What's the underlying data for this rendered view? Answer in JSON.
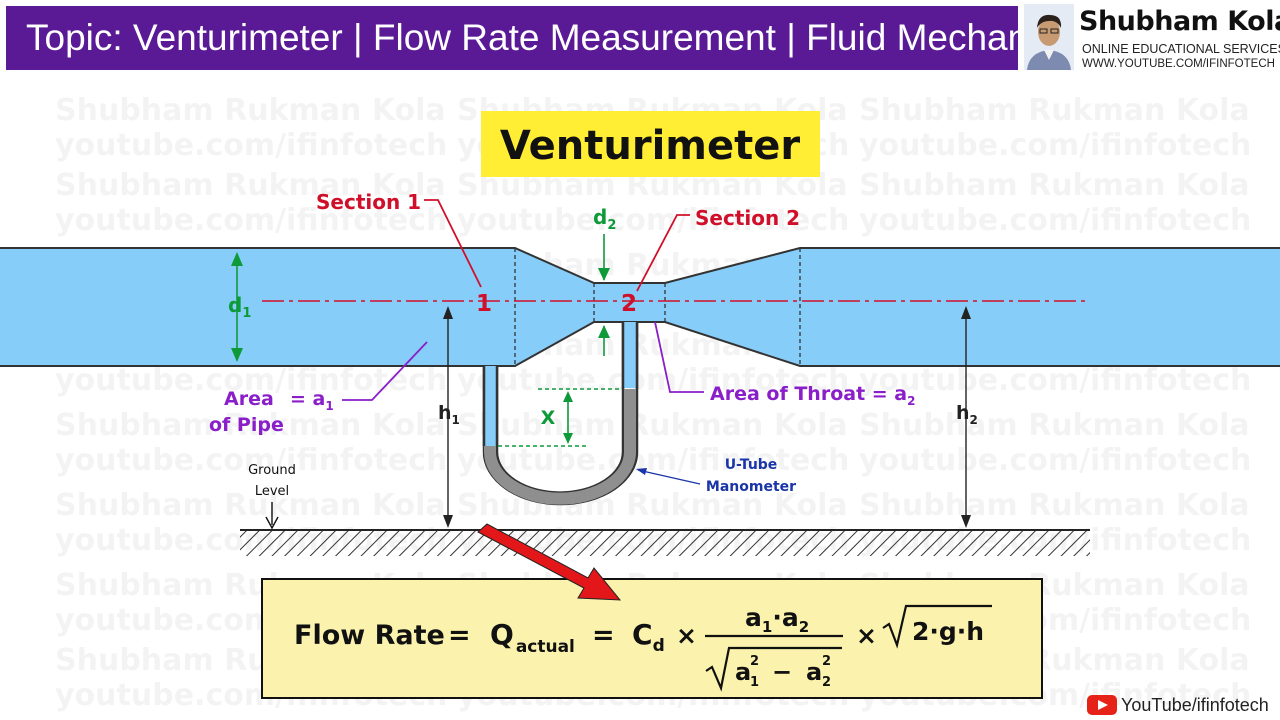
{
  "header": {
    "topic": "Topic: Venturimeter | Flow Rate Measurement | Fluid Mechanics",
    "brand_name": "Shubham Kola",
    "brand_tagline": "ONLINE EDUCATIONAL SERVICES",
    "brand_url": "WWW.YOUTUBE.COM/IFINFOTECH"
  },
  "watermark": {
    "line1": "Shubham Rukman Kola",
    "line2": "youtube.com/ifinfotech"
  },
  "title": "Venturimeter",
  "labels": {
    "section1": "Section 1",
    "section2": "Section 2",
    "mark1": "1",
    "mark2": "2",
    "d1": "d",
    "d1_sub": "1",
    "d2": "d",
    "d2_sub": "2",
    "area_pipe_1": "Area",
    "area_pipe_eq": "= a",
    "area_pipe_sub": "1",
    "area_pipe_2": "of Pipe",
    "area_throat": "Area of Throat = a",
    "area_throat_sub": "2",
    "h1": "h",
    "h1_sub": "1",
    "h2": "h",
    "h2_sub": "2",
    "x": "X",
    "ground_1": "Ground",
    "ground_2": "Level",
    "manometer_1": "U-Tube",
    "manometer_2": "Manometer"
  },
  "formula": {
    "lhs": "Flow Rate",
    "eq1": "=",
    "q": "Q",
    "q_sub": "actual",
    "eq2": "=",
    "cd": "C",
    "cd_sub": "d",
    "times1": "×",
    "num_a1": "a",
    "num_a1_sub": "1",
    "num_dot": "·",
    "num_a2": "a",
    "num_a2_sub": "2",
    "den_a1": "a",
    "den_a1_sup": "2",
    "den_a1_sub": "1",
    "den_minus": "−",
    "den_a2": "a",
    "den_a2_sup": "2",
    "den_a2_sub": "2",
    "times2": "×",
    "rad": "2·g·h"
  },
  "footer": {
    "youtube": "YouTube/ifinfotech"
  },
  "colors": {
    "header_bg": "#5a1a96",
    "pipe_fill": "#87cdf9",
    "title_bg": "#ffee33",
    "section_red": "#d0102a",
    "label_green": "#0f9a3a",
    "label_purple": "#8a1fc9",
    "manometer_blue": "#1a35a8",
    "formula_bg": "#fbf3ad"
  }
}
